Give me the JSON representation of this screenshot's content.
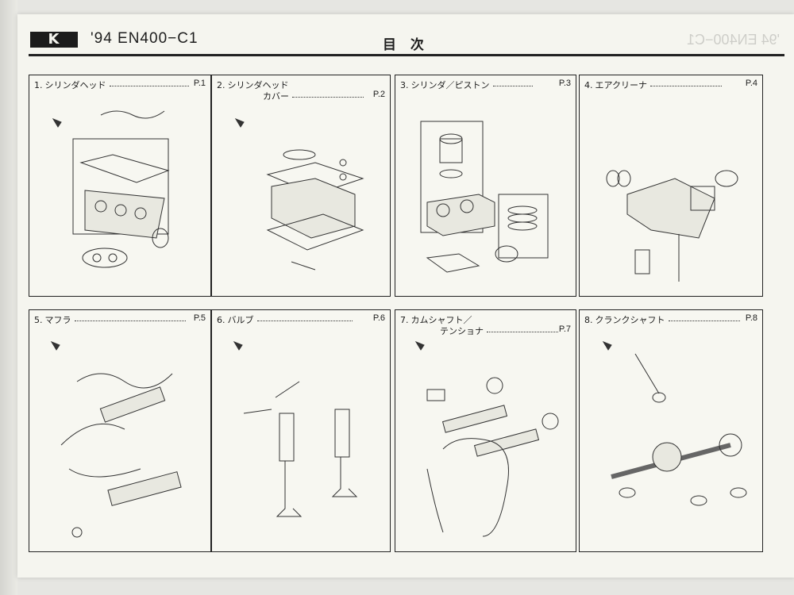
{
  "header": {
    "logo": "K",
    "model": "'94  EN400−C1",
    "title": "目 次",
    "mirror_text": "'94 EN400−C1"
  },
  "sections": [
    {
      "num": "1.",
      "title": "シリンダヘッド",
      "page": "P.1"
    },
    {
      "num": "2.",
      "title": "シリンダヘッド",
      "title2": "カバー",
      "page": "P.2"
    },
    {
      "num": "3.",
      "title": "シリンダ／ピストン",
      "page": "P.3"
    },
    {
      "num": "4.",
      "title": "エアクリーナ",
      "page": "P.4"
    },
    {
      "num": "5.",
      "title": "マフラ",
      "page": "P.5"
    },
    {
      "num": "6.",
      "title": "バルブ",
      "page": "P.6"
    },
    {
      "num": "7.",
      "title": "カムシャフト／",
      "title2": "テンショナ",
      "page": "P.7"
    },
    {
      "num": "8.",
      "title": "クランクシャフト",
      "page": "P.8"
    }
  ],
  "colors": {
    "ink": "#1c1c1c",
    "paper": "#f7f7f1",
    "line": "#222222"
  }
}
